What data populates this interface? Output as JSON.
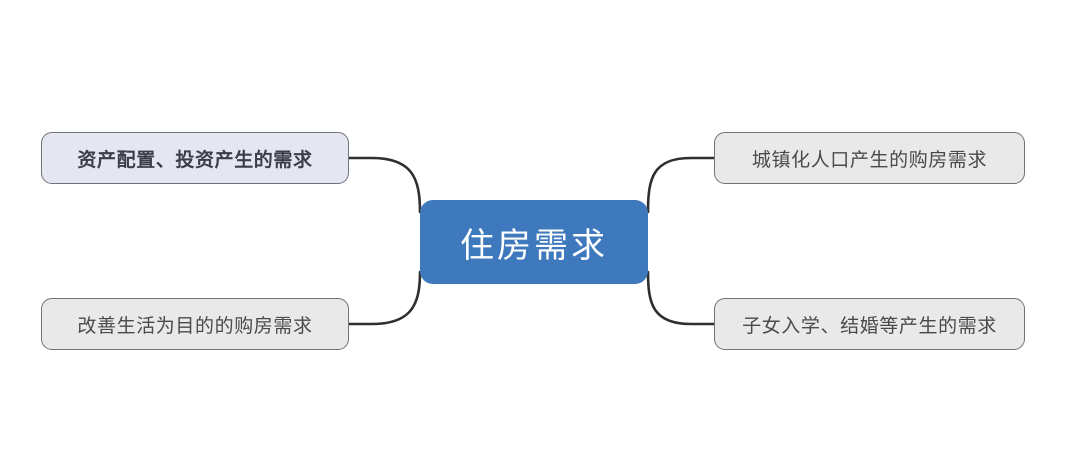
{
  "diagram": {
    "type": "mind-map",
    "background_color": "#ffffff",
    "center": {
      "label": "住房需求",
      "fill_color": "#3f79bd",
      "text_color": "#ffffff"
    },
    "branches": [
      {
        "id": "top-left",
        "label": "资产配置、投资产生的需求",
        "position": "top-left",
        "fill_color": "#e4e6f2",
        "border_color": "#6f7276",
        "text_color": "#3a3f4a",
        "emphasis": "bold"
      },
      {
        "id": "bottom-left",
        "label": "改善生活为目的的购房需求",
        "position": "bottom-left",
        "fill_color": "#e9e9e9",
        "border_color": "#6f7276",
        "text_color": "#4a4a4a",
        "emphasis": "normal"
      },
      {
        "id": "top-right",
        "label": "城镇化人口产生的购房需求",
        "position": "top-right",
        "fill_color": "#e9e9e9",
        "border_color": "#6f7276",
        "text_color": "#4a4a4a",
        "emphasis": "normal"
      },
      {
        "id": "bottom-right",
        "label": "子女入学、结婚等产生的需求",
        "position": "bottom-right",
        "fill_color": "#e9e9e9",
        "border_color": "#6f7276",
        "text_color": "#4a4a4a",
        "emphasis": "normal"
      }
    ],
    "connectors": {
      "stroke_color": "#2f2f2f",
      "stroke_width": 2.6,
      "style": "curved"
    }
  }
}
